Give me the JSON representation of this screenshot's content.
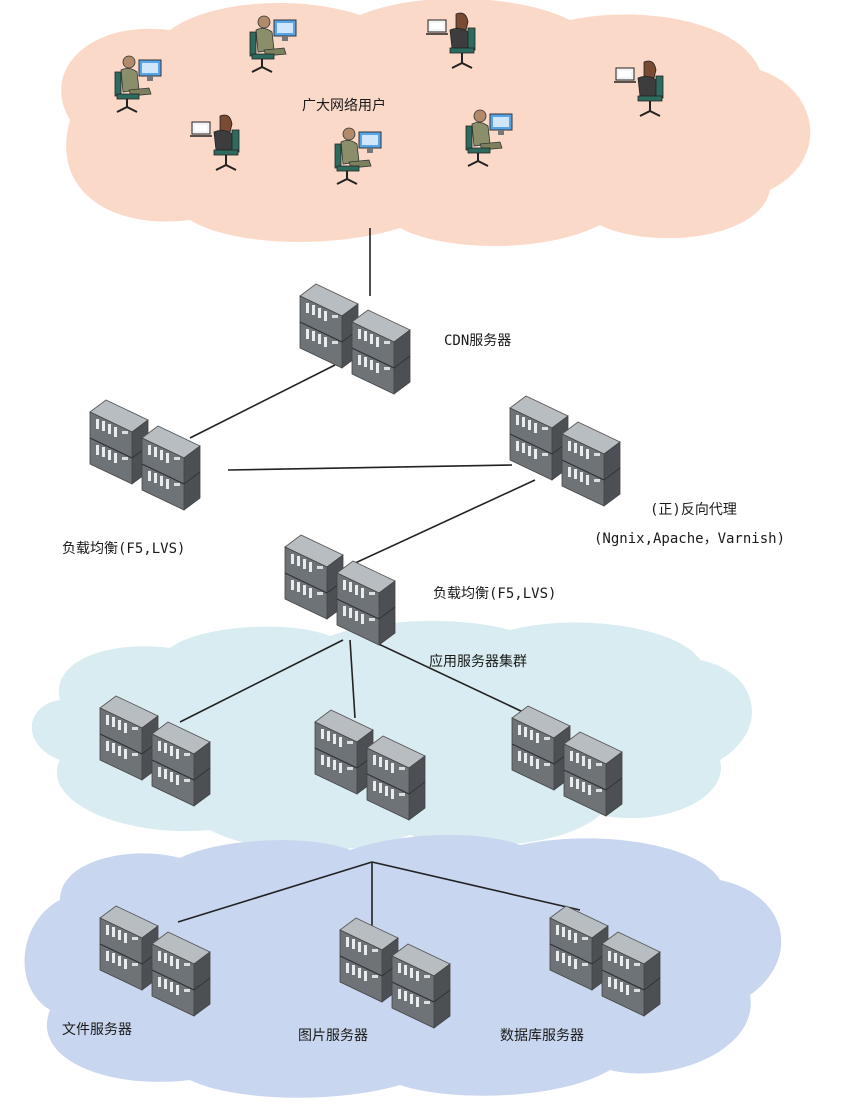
{
  "labels": {
    "users": "广大网络用户",
    "cdn": "CDN服务器",
    "lb_left": "负载均衡(F5,LVS)",
    "proxy_line1": "(正)反向代理",
    "proxy_line2": "(Ngnix,Apache，Varnish)",
    "lb_center": "负载均衡(F5,LVS)",
    "app_cluster": "应用服务器集群",
    "file_server": "文件服务器",
    "image_server": "图片服务器",
    "db_server": "数据库服务器"
  },
  "colors": {
    "users_cloud": "#fbd9c8",
    "app_cloud": "#d8ecf1",
    "storage_cloud": "#c9d6ef",
    "link": "#222222",
    "server_front": "#6e7378",
    "server_top": "#b8bdc2",
    "server_side": "#4c5055",
    "person_body": "#8a8f6a",
    "chair": "#2d6b5e",
    "monitor_screen": "#57a5e8"
  }
}
